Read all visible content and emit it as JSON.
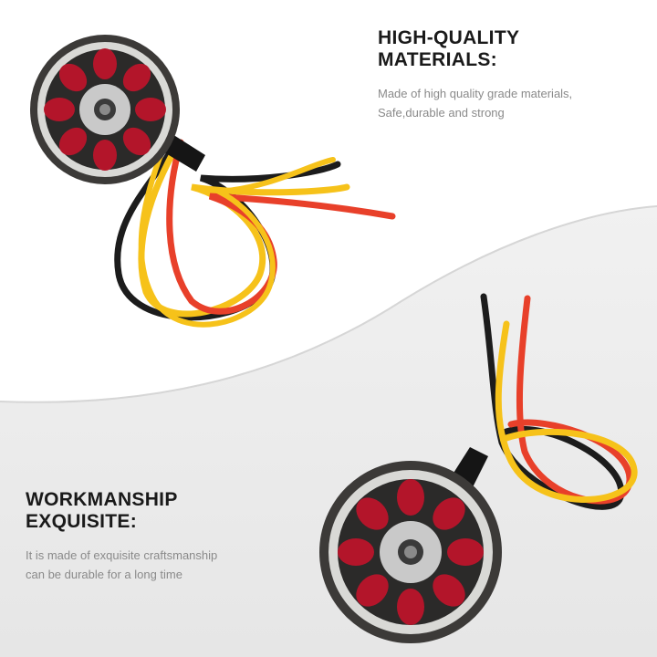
{
  "colors": {
    "heading": "#1a1a1a",
    "body_text": "#8a8a8a",
    "background_top": "#ffffff",
    "background_bottom": "#ececec",
    "wire_red": "#e8402a",
    "wire_yellow": "#f6c21a",
    "wire_black": "#1c1c1c",
    "coil_copper": "#b3152a",
    "motor_body": "#3c3a38"
  },
  "feature_top": {
    "heading_line1": "HIGH-QUALITY",
    "heading_line2": "MATERIALS:",
    "body_line1": "Made of high quality grade materials,",
    "body_line2": "Safe,durable and strong"
  },
  "feature_bottom": {
    "heading_line1": "WORKMANSHIP",
    "heading_line2": "EXQUISITE:",
    "body_line1": "It is made of exquisite craftsmanship",
    "body_line2": "can be durable for a long time"
  }
}
